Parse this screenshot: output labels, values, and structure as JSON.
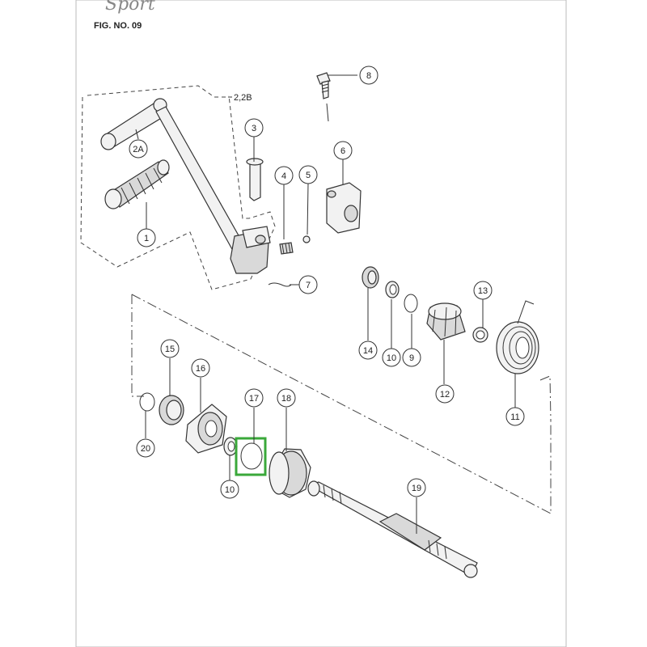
{
  "header": {
    "brand_script": "Sport",
    "figure_label": "FIG. NO. 09"
  },
  "assembly_label": "2,2B",
  "callouts": [
    {
      "id": "1",
      "label": "1"
    },
    {
      "id": "2A",
      "label": "2A"
    },
    {
      "id": "3",
      "label": "3"
    },
    {
      "id": "4",
      "label": "4"
    },
    {
      "id": "5",
      "label": "5"
    },
    {
      "id": "6",
      "label": "6"
    },
    {
      "id": "7",
      "label": "7"
    },
    {
      "id": "8",
      "label": "8"
    },
    {
      "id": "9",
      "label": "9"
    },
    {
      "id": "10a",
      "label": "10"
    },
    {
      "id": "10b",
      "label": "10"
    },
    {
      "id": "11",
      "label": "11"
    },
    {
      "id": "12",
      "label": "12"
    },
    {
      "id": "13",
      "label": "13"
    },
    {
      "id": "14",
      "label": "14"
    },
    {
      "id": "15",
      "label": "15"
    },
    {
      "id": "16",
      "label": "16"
    },
    {
      "id": "17",
      "label": "17"
    },
    {
      "id": "18",
      "label": "18"
    },
    {
      "id": "19",
      "label": "19"
    },
    {
      "id": "20",
      "label": "20"
    }
  ],
  "highlight": {
    "part": "17",
    "color": "#3aa83a"
  },
  "colors": {
    "line": "#333333",
    "highlight": "#3aa83a"
  }
}
